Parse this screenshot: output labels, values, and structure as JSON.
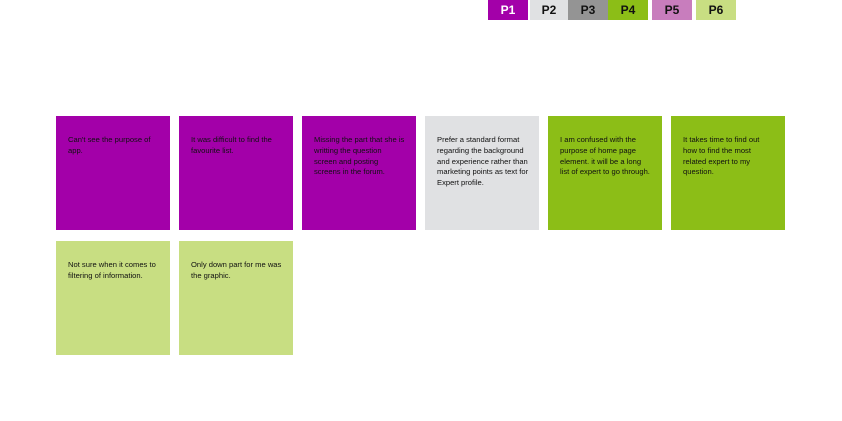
{
  "colors": {
    "P1": "#a300a9",
    "P2": "#e0e1e3",
    "P3": "#949494",
    "P4": "#8cbe17",
    "P5": "#c87dbd",
    "P6": "#c8de82"
  },
  "legend": {
    "items": [
      {
        "label": "P1",
        "color": "#a300a9"
      },
      {
        "label": "P2",
        "color": "#e0e1e3"
      },
      {
        "label": "P3",
        "color": "#949494"
      },
      {
        "label": "P4",
        "color": "#8cbe17"
      },
      {
        "label": "P5",
        "color": "#c87dbd"
      },
      {
        "label": "P6",
        "color": "#c8de82"
      }
    ]
  },
  "notes": [
    {
      "participant": "P1",
      "color": "#a300a9",
      "text": "Can't see the purpose of app."
    },
    {
      "participant": "P1",
      "color": "#a300a9",
      "text": "It was difficult to find the favourite list."
    },
    {
      "participant": "P1",
      "color": "#a300a9",
      "text": "Missing the part that she is writting the question screen and posting screens in the forum."
    },
    {
      "participant": "P2",
      "color": "#e0e1e3",
      "text": "Prefer a standard format regarding the background and experience rather than marketing points as text for Expert profile."
    },
    {
      "participant": "P4",
      "color": "#8cbe17",
      "text": "I am confused with the purpose of home page element. it will be a long list of expert to go through."
    },
    {
      "participant": "P4",
      "color": "#8cbe17",
      "text": "It takes time to find out how to find the most related expert to my question."
    },
    {
      "participant": "P6",
      "color": "#c8de82",
      "text": "Not sure when it comes to filtering of information."
    },
    {
      "participant": "P6",
      "color": "#c8de82",
      "text": "Only down part for me was the graphic."
    }
  ]
}
